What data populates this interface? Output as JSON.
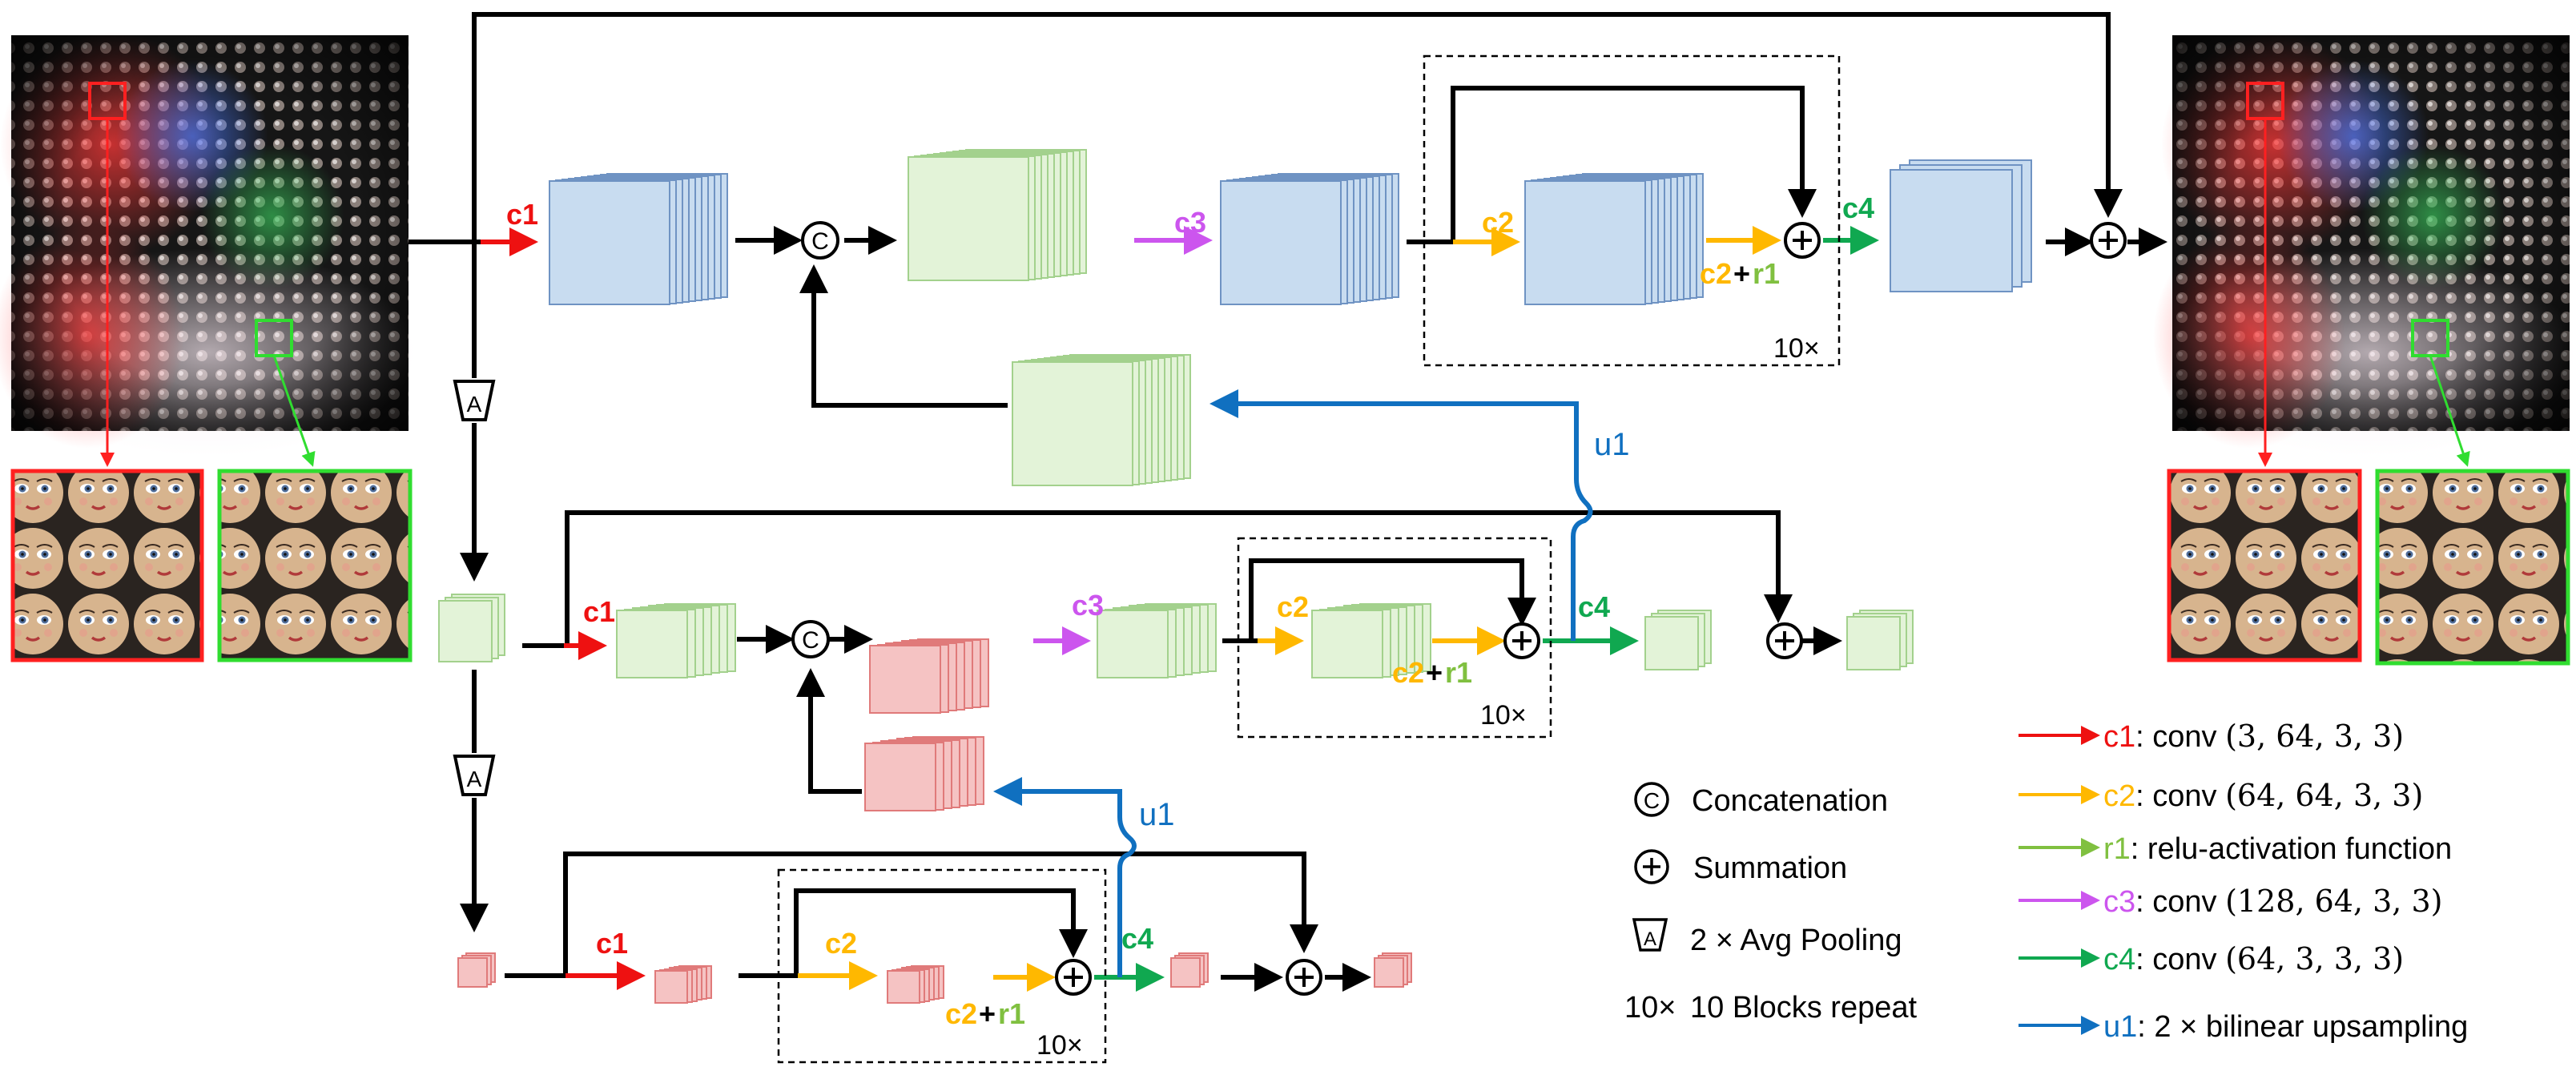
{
  "colors": {
    "c1": "#ee1111",
    "c2": "#ffb800",
    "r1": "#80c040",
    "c3": "#cc55ee",
    "c4": "#10a850",
    "u1": "#1070c0",
    "line": "#000000",
    "blue_fill": "#c8dcf0",
    "blue_edge": "#6f93c3",
    "green_fill": "#e3f3d8",
    "green_edge": "#a3d18d",
    "red_fill": "#f5c3c3",
    "red_edge": "#e07a7a",
    "inset_red": "#ff2020",
    "inset_green": "#30dd30"
  },
  "labels": {
    "c1": "c1",
    "c2": "c2",
    "c3": "c3",
    "c4": "c4",
    "r1": "r1",
    "u1": "u1",
    "plus": "+",
    "repeat": "10×",
    "concat_symbol": "C",
    "pool_symbol": "A"
  },
  "legend_left": [
    {
      "icon": "concat",
      "text": "Concatenation"
    },
    {
      "icon": "sum",
      "text": "Summation"
    },
    {
      "icon": "pool",
      "text": "2 × Avg Pooling"
    },
    {
      "icon": "repeat",
      "prefix": "10×",
      "text": "10 Blocks repeat"
    }
  ],
  "legend_right": [
    {
      "key": "c1",
      "color": "c1",
      "name": "c1",
      "desc": ": conv ",
      "args": "(3, 64, 3, 3)"
    },
    {
      "key": "c2",
      "color": "c2",
      "name": "c2",
      "desc": ": conv ",
      "args": "(64, 64, 3, 3)"
    },
    {
      "key": "r1",
      "color": "r1",
      "name": "r1",
      "desc": ": relu-activation function",
      "args": ""
    },
    {
      "key": "c3",
      "color": "c3",
      "name": "c3",
      "desc": ": conv ",
      "args": "(128, 64, 3, 3)"
    },
    {
      "key": "c4",
      "color": "c4",
      "name": "c4",
      "desc": ": conv ",
      "args": "(64, 3, 3, 3)"
    },
    {
      "key": "u1",
      "color": "u1",
      "name": "u1",
      "desc": ": 2 × bilinear upsampling",
      "args": ""
    }
  ]
}
